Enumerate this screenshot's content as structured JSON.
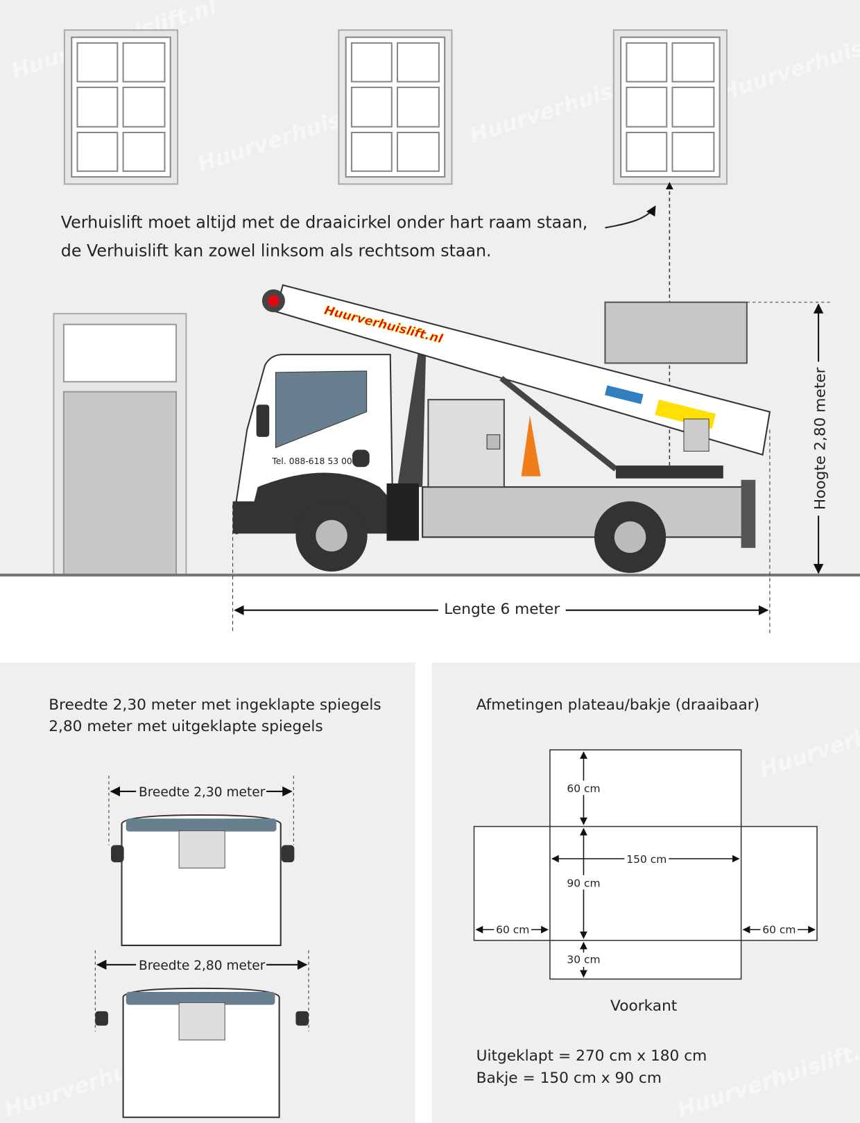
{
  "watermark": "Huurverhuislift.nl",
  "top": {
    "instruction_line1": "Verhuislift moet altijd met de draaicirkel onder hart raam staan,",
    "instruction_line2": "de Verhuislift kan zowel linksom als rechtsom staan.",
    "truck_phone": "Tel. 088-618 53 00",
    "boom_logo": "Huurverhuislift.nl",
    "height_label": "Hoogte 2,80 meter",
    "length_label": "Lengte 6 meter"
  },
  "width_panel": {
    "line1": "Breedte 2,30 meter met ingeklapte spiegels",
    "line2": "2,80 meter met uitgeklapte spiegels",
    "cab1_label": "Breedte 2,30 meter",
    "cab2_label": "Breedte 2,80 meter"
  },
  "platform_panel": {
    "title": "Afmetingen plateau/bakje (draaibaar)",
    "top_dim": "60 cm",
    "width_dim": "150 cm",
    "depth_dim": "90 cm",
    "left_dim": "60 cm",
    "right_dim": "60 cm",
    "bottom_dim": "30 cm",
    "front_label": "Voorkant",
    "unfolded": "Uitgeklapt = 270 cm x 180 cm",
    "basket": "Bakje = 150 cm x 90 cm"
  },
  "colors": {
    "background": "#efefef",
    "glass": "#677f8e",
    "cone": "#f07d1a",
    "logo_yellow": "#ffe000",
    "logo_red": "#e30613"
  }
}
